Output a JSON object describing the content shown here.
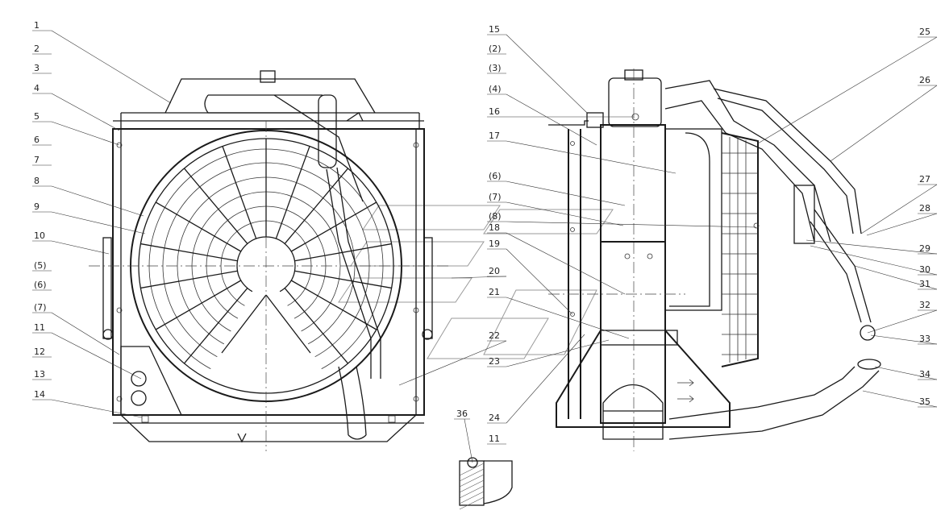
{
  "callouts_left": [
    {
      "text": "1"
    },
    {
      "text": "2"
    },
    {
      "text": "3"
    },
    {
      "text": "4"
    },
    {
      "text": "5"
    },
    {
      "text": "6"
    },
    {
      "text": "7"
    },
    {
      "text": "8"
    },
    {
      "text": "9"
    },
    {
      "text": "10"
    },
    {
      "text": "(5)"
    },
    {
      "text": "(6)"
    },
    {
      "text": "(7)"
    },
    {
      "text": "11"
    },
    {
      "text": "12"
    },
    {
      "text": "13"
    },
    {
      "text": "14"
    }
  ],
  "callouts_mid": [
    {
      "text": "15"
    },
    {
      "text": "(2)"
    },
    {
      "text": "(3)"
    },
    {
      "text": "(4)"
    },
    {
      "text": "16"
    },
    {
      "text": "17"
    },
    {
      "text": "(6)"
    },
    {
      "text": "(7)"
    },
    {
      "text": "(8)"
    },
    {
      "text": "18"
    },
    {
      "text": "19"
    },
    {
      "text": "20"
    },
    {
      "text": "21"
    },
    {
      "text": "22"
    },
    {
      "text": "23"
    },
    {
      "text": "24"
    },
    {
      "text": "11"
    }
  ],
  "callouts_right": [
    {
      "text": "25"
    },
    {
      "text": "26"
    },
    {
      "text": "27"
    },
    {
      "text": "28"
    },
    {
      "text": "29"
    },
    {
      "text": "30"
    },
    {
      "text": "31"
    },
    {
      "text": "32"
    },
    {
      "text": "33"
    },
    {
      "text": "34"
    },
    {
      "text": "35"
    }
  ],
  "callout_detail": {
    "text": "36"
  }
}
